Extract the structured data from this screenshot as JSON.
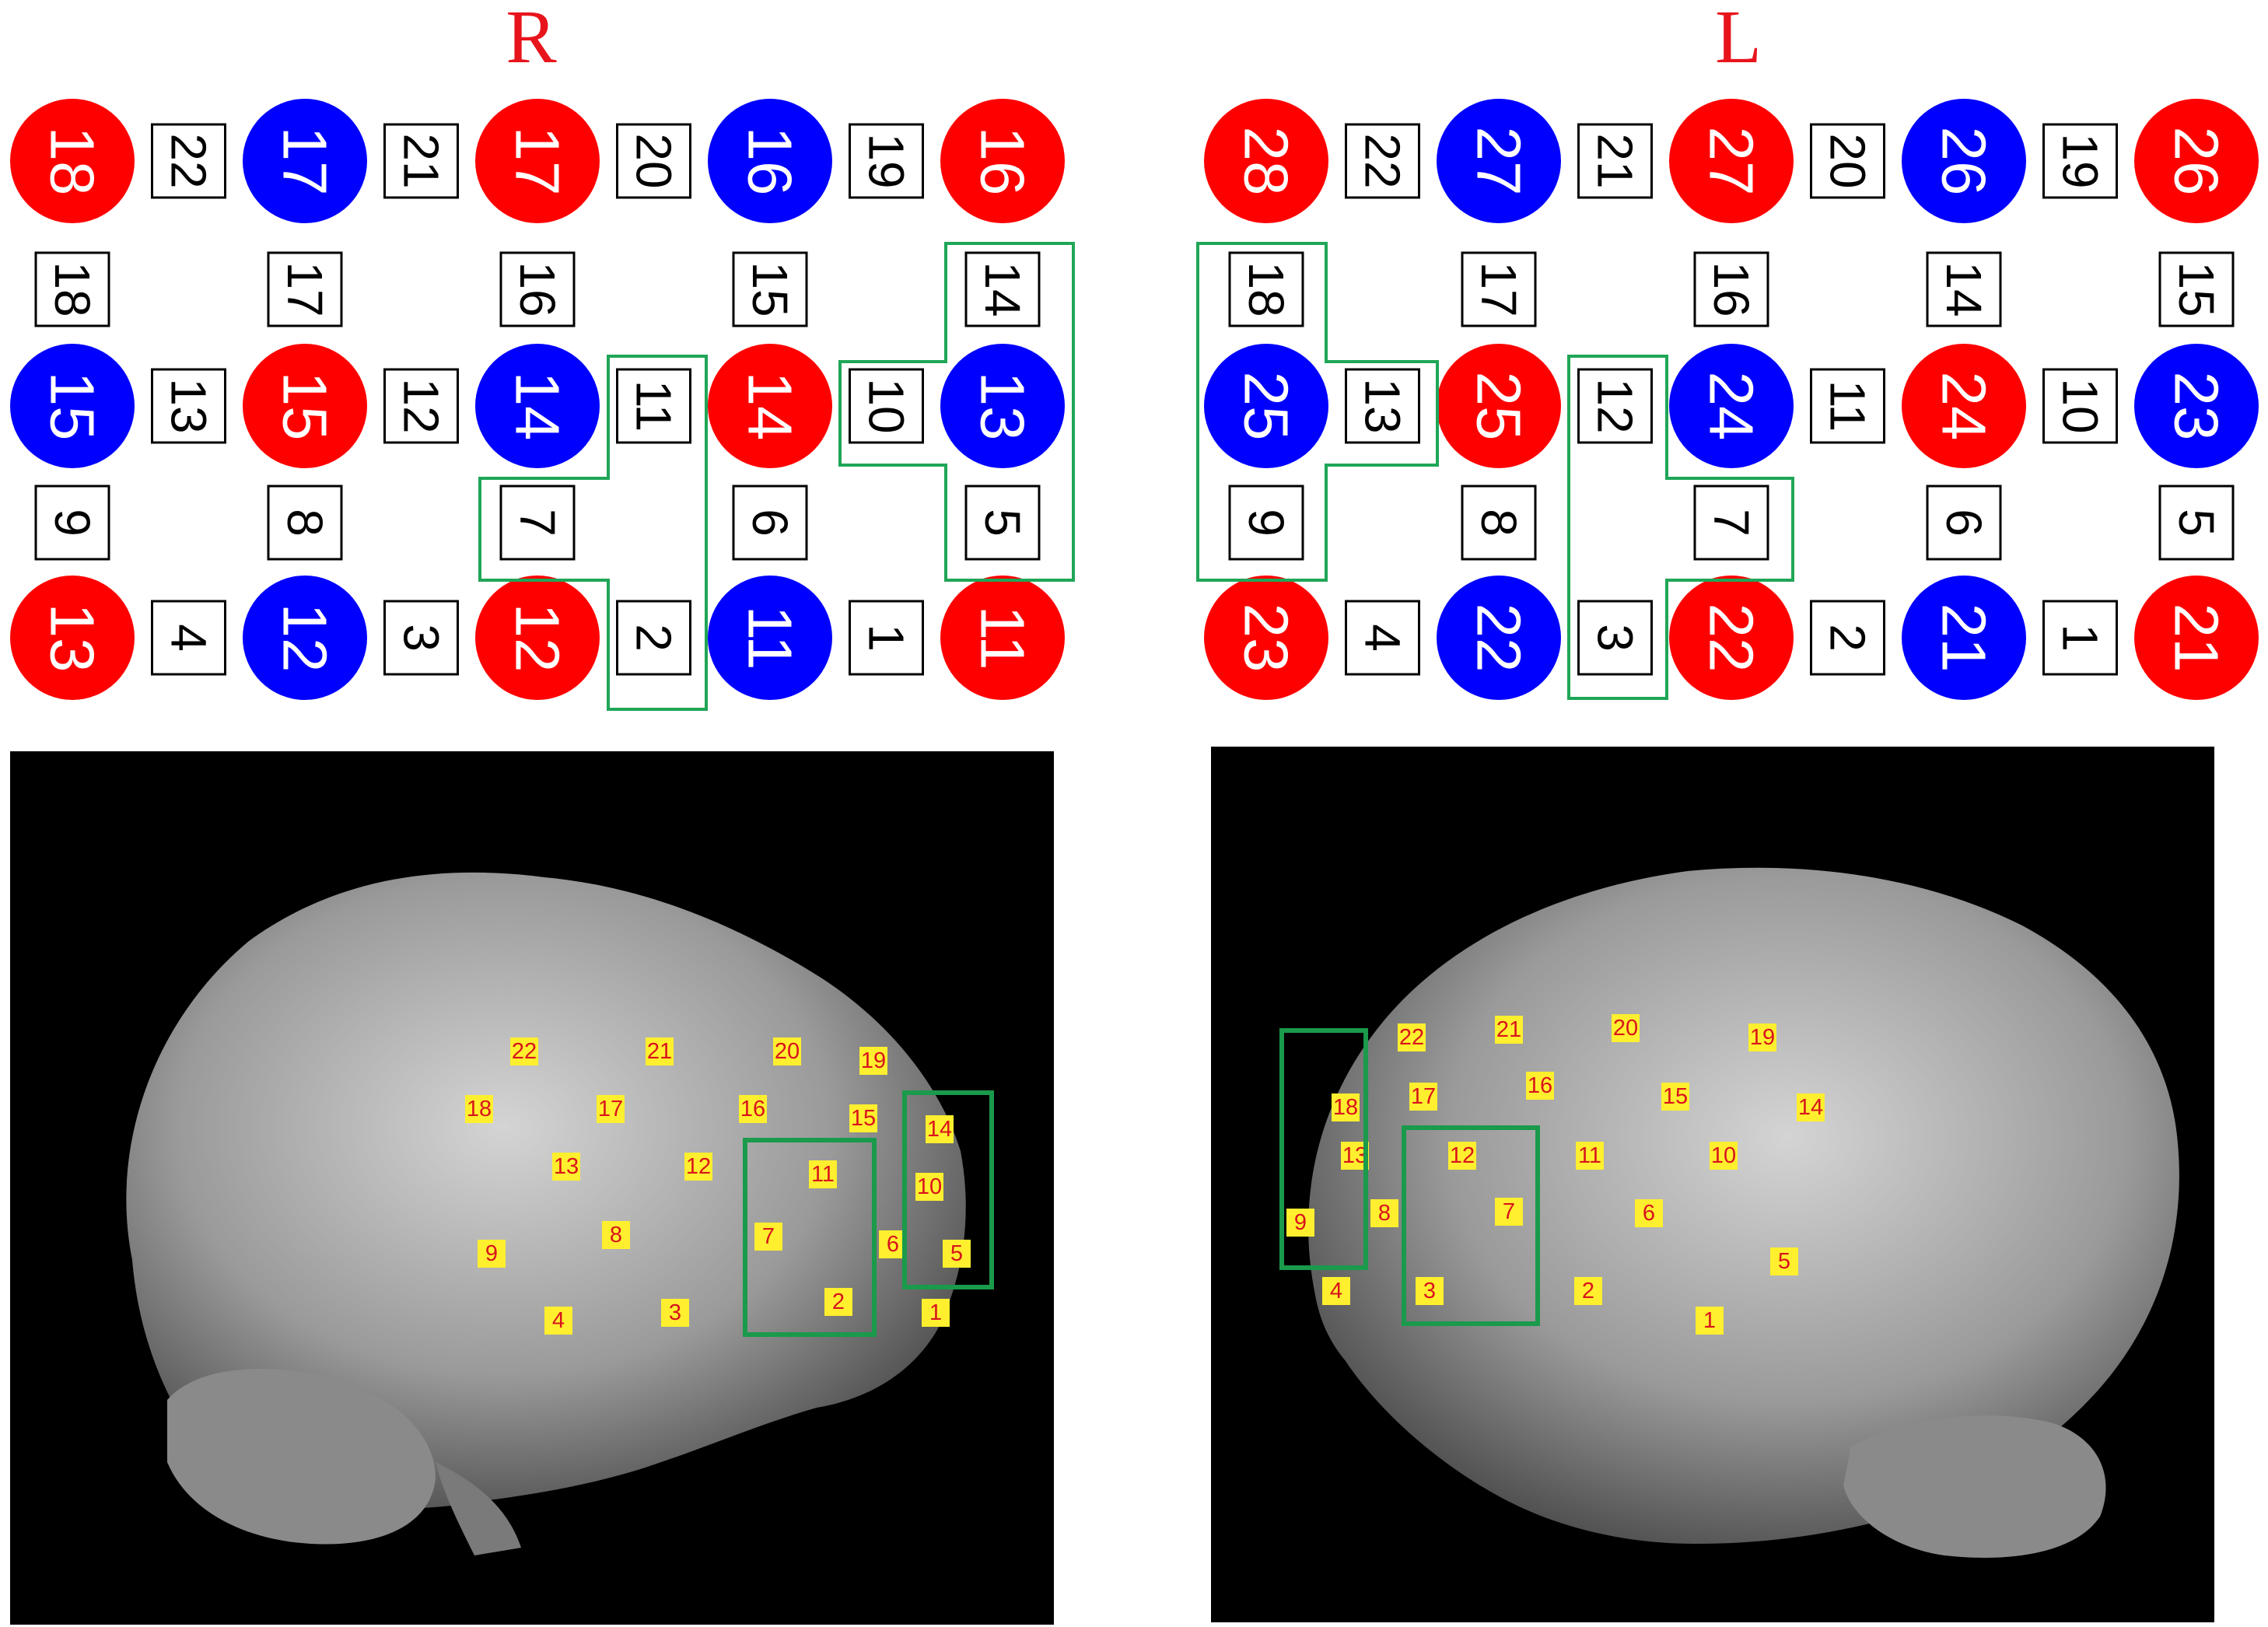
{
  "colors": {
    "source_red": "#ff0000",
    "source_blue": "#0000ff",
    "title_red": "#e8141c",
    "roi_green": "#1fa657",
    "marker_yellow": "#ffef2e",
    "marker_text": "#d8141c"
  },
  "right_hemisphere": {
    "title": "R",
    "sources": [
      {
        "label": "18",
        "color": "red"
      },
      {
        "label": "17",
        "color": "blue"
      },
      {
        "label": "17",
        "color": "red"
      },
      {
        "label": "16",
        "color": "blue"
      },
      {
        "label": "16",
        "color": "red"
      },
      {
        "label": "15",
        "color": "blue"
      },
      {
        "label": "15",
        "color": "red"
      },
      {
        "label": "14",
        "color": "blue"
      },
      {
        "label": "14",
        "color": "red"
      },
      {
        "label": "13",
        "color": "blue"
      },
      {
        "label": "13",
        "color": "red"
      },
      {
        "label": "12",
        "color": "blue"
      },
      {
        "label": "12",
        "color": "red"
      },
      {
        "label": "11",
        "color": "blue"
      },
      {
        "label": "11",
        "color": "red"
      }
    ],
    "channels": [
      "22",
      "21",
      "20",
      "19",
      "18",
      "17",
      "16",
      "15",
      "14",
      "13",
      "12",
      "11",
      "10",
      "9",
      "8",
      "7",
      "6",
      "5",
      "4",
      "3",
      "2",
      "1"
    ],
    "roi_channels": [
      [
        "11",
        "7",
        "2"
      ],
      [
        "14",
        "10",
        "5"
      ]
    ],
    "brain_markers": [
      "22",
      "21",
      "20",
      "19",
      "18",
      "17",
      "16",
      "15",
      "14",
      "13",
      "12",
      "11",
      "10",
      "9",
      "8",
      "7",
      "6",
      "5",
      "4",
      "3",
      "2",
      "1"
    ]
  },
  "left_hemisphere": {
    "title": "L",
    "sources": [
      {
        "label": "28",
        "color": "red"
      },
      {
        "label": "27",
        "color": "blue"
      },
      {
        "label": "27",
        "color": "red"
      },
      {
        "label": "26",
        "color": "blue"
      },
      {
        "label": "26",
        "color": "red"
      },
      {
        "label": "25",
        "color": "blue"
      },
      {
        "label": "25",
        "color": "red"
      },
      {
        "label": "24",
        "color": "blue"
      },
      {
        "label": "24",
        "color": "red"
      },
      {
        "label": "23",
        "color": "blue"
      },
      {
        "label": "23",
        "color": "red"
      },
      {
        "label": "22",
        "color": "blue"
      },
      {
        "label": "22",
        "color": "red"
      },
      {
        "label": "21",
        "color": "blue"
      },
      {
        "label": "21",
        "color": "red"
      }
    ],
    "channels": [
      "22",
      "21",
      "20",
      "19",
      "18",
      "17",
      "16",
      "14",
      "15",
      "13",
      "12",
      "11",
      "10",
      "9",
      "8",
      "7",
      "6",
      "5",
      "4",
      "3",
      "2",
      "1"
    ],
    "roi_channels": [
      [
        "18",
        "13",
        "9"
      ],
      [
        "12",
        "7",
        "3"
      ]
    ],
    "brain_markers": [
      "22",
      "21",
      "20",
      "19",
      "18",
      "17",
      "16",
      "15",
      "14",
      "13",
      "12",
      "11",
      "10",
      "9",
      "8",
      "7",
      "6",
      "5",
      "4",
      "3",
      "2",
      "1"
    ]
  }
}
